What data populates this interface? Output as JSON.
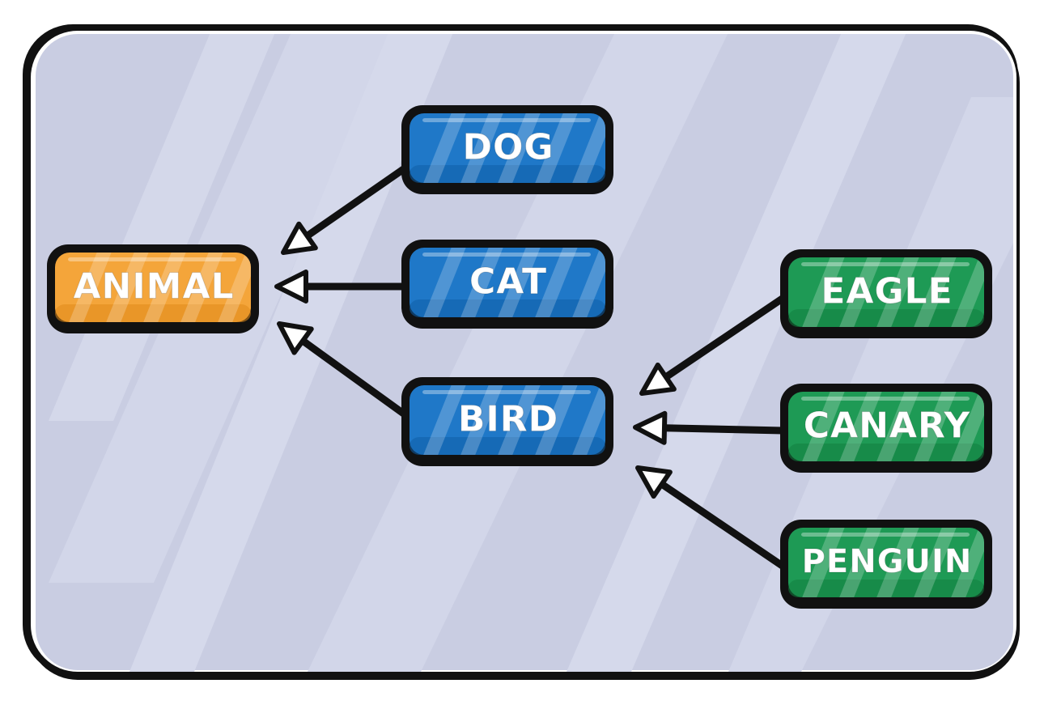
{
  "diagram": {
    "type": "inheritance-tree",
    "colors": {
      "root": "#f4a53a",
      "level1": "#1f78c8",
      "level2": "#1e9a55",
      "background": "#c9cde2",
      "outline": "#111111"
    },
    "nodes": [
      {
        "id": "animal",
        "label": "ANIMAL",
        "group": "root"
      },
      {
        "id": "dog",
        "label": "DOG",
        "group": "level1"
      },
      {
        "id": "cat",
        "label": "CAT",
        "group": "level1"
      },
      {
        "id": "bird",
        "label": "BIRD",
        "group": "level1"
      },
      {
        "id": "eagle",
        "label": "EAGLE",
        "group": "level2"
      },
      {
        "id": "canary",
        "label": "CANARY",
        "group": "level2"
      },
      {
        "id": "penguin",
        "label": "PENGUIN",
        "group": "level2"
      }
    ],
    "edges": [
      {
        "from": "dog",
        "to": "animal",
        "arrow": "hollow-triangle"
      },
      {
        "from": "cat",
        "to": "animal",
        "arrow": "hollow-triangle"
      },
      {
        "from": "bird",
        "to": "animal",
        "arrow": "hollow-triangle"
      },
      {
        "from": "eagle",
        "to": "bird",
        "arrow": "hollow-triangle"
      },
      {
        "from": "canary",
        "to": "bird",
        "arrow": "hollow-triangle"
      },
      {
        "from": "penguin",
        "to": "bird",
        "arrow": "hollow-triangle"
      }
    ]
  }
}
